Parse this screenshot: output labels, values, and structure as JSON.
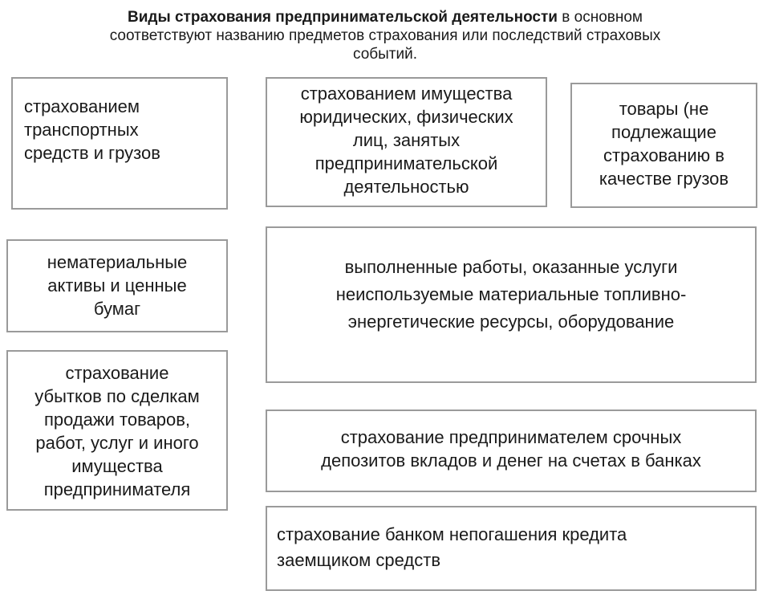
{
  "header": {
    "title_bold": "Виды страхования предпринимательской деятельности",
    "title_rest": " в основном",
    "line2": "соответствуют названию предметов страхования или последствий страховых",
    "line3": "событий."
  },
  "boxes": {
    "transport": {
      "lines": [
        "страхованием",
        "транспортных",
        "средств и грузов"
      ]
    },
    "property": {
      "lines": [
        "страхованием имущества",
        "юридических, физических",
        "лиц, занятых",
        "предпринимательской",
        "деятельностью"
      ]
    },
    "goods": {
      "lines": [
        "товары (не",
        "подлежащие",
        "страхованию в",
        "качестве грузов"
      ]
    },
    "intangible": {
      "lines": [
        "нематериальные",
        "активы и ценные",
        "бумаг"
      ]
    },
    "works": {
      "lines": [
        "выполненные работы, оказанные услуги",
        "неиспользуемые материальные топливно-",
        "энергетические ресурсы, оборудование"
      ]
    },
    "losses": {
      "lines": [
        "страхование",
        "убытков по сделкам",
        "продажи товаров,",
        "работ, услуг и  иного",
        "имущества",
        "предпринимателя"
      ]
    },
    "deposits": {
      "lines": [
        "страхование предпринимателем срочных",
        "депозитов вкладов и денег на счетах в банках"
      ]
    },
    "credit": {
      "lines": [
        "страхование банком непогашения кредита",
        "заемщиком средств"
      ]
    }
  }
}
